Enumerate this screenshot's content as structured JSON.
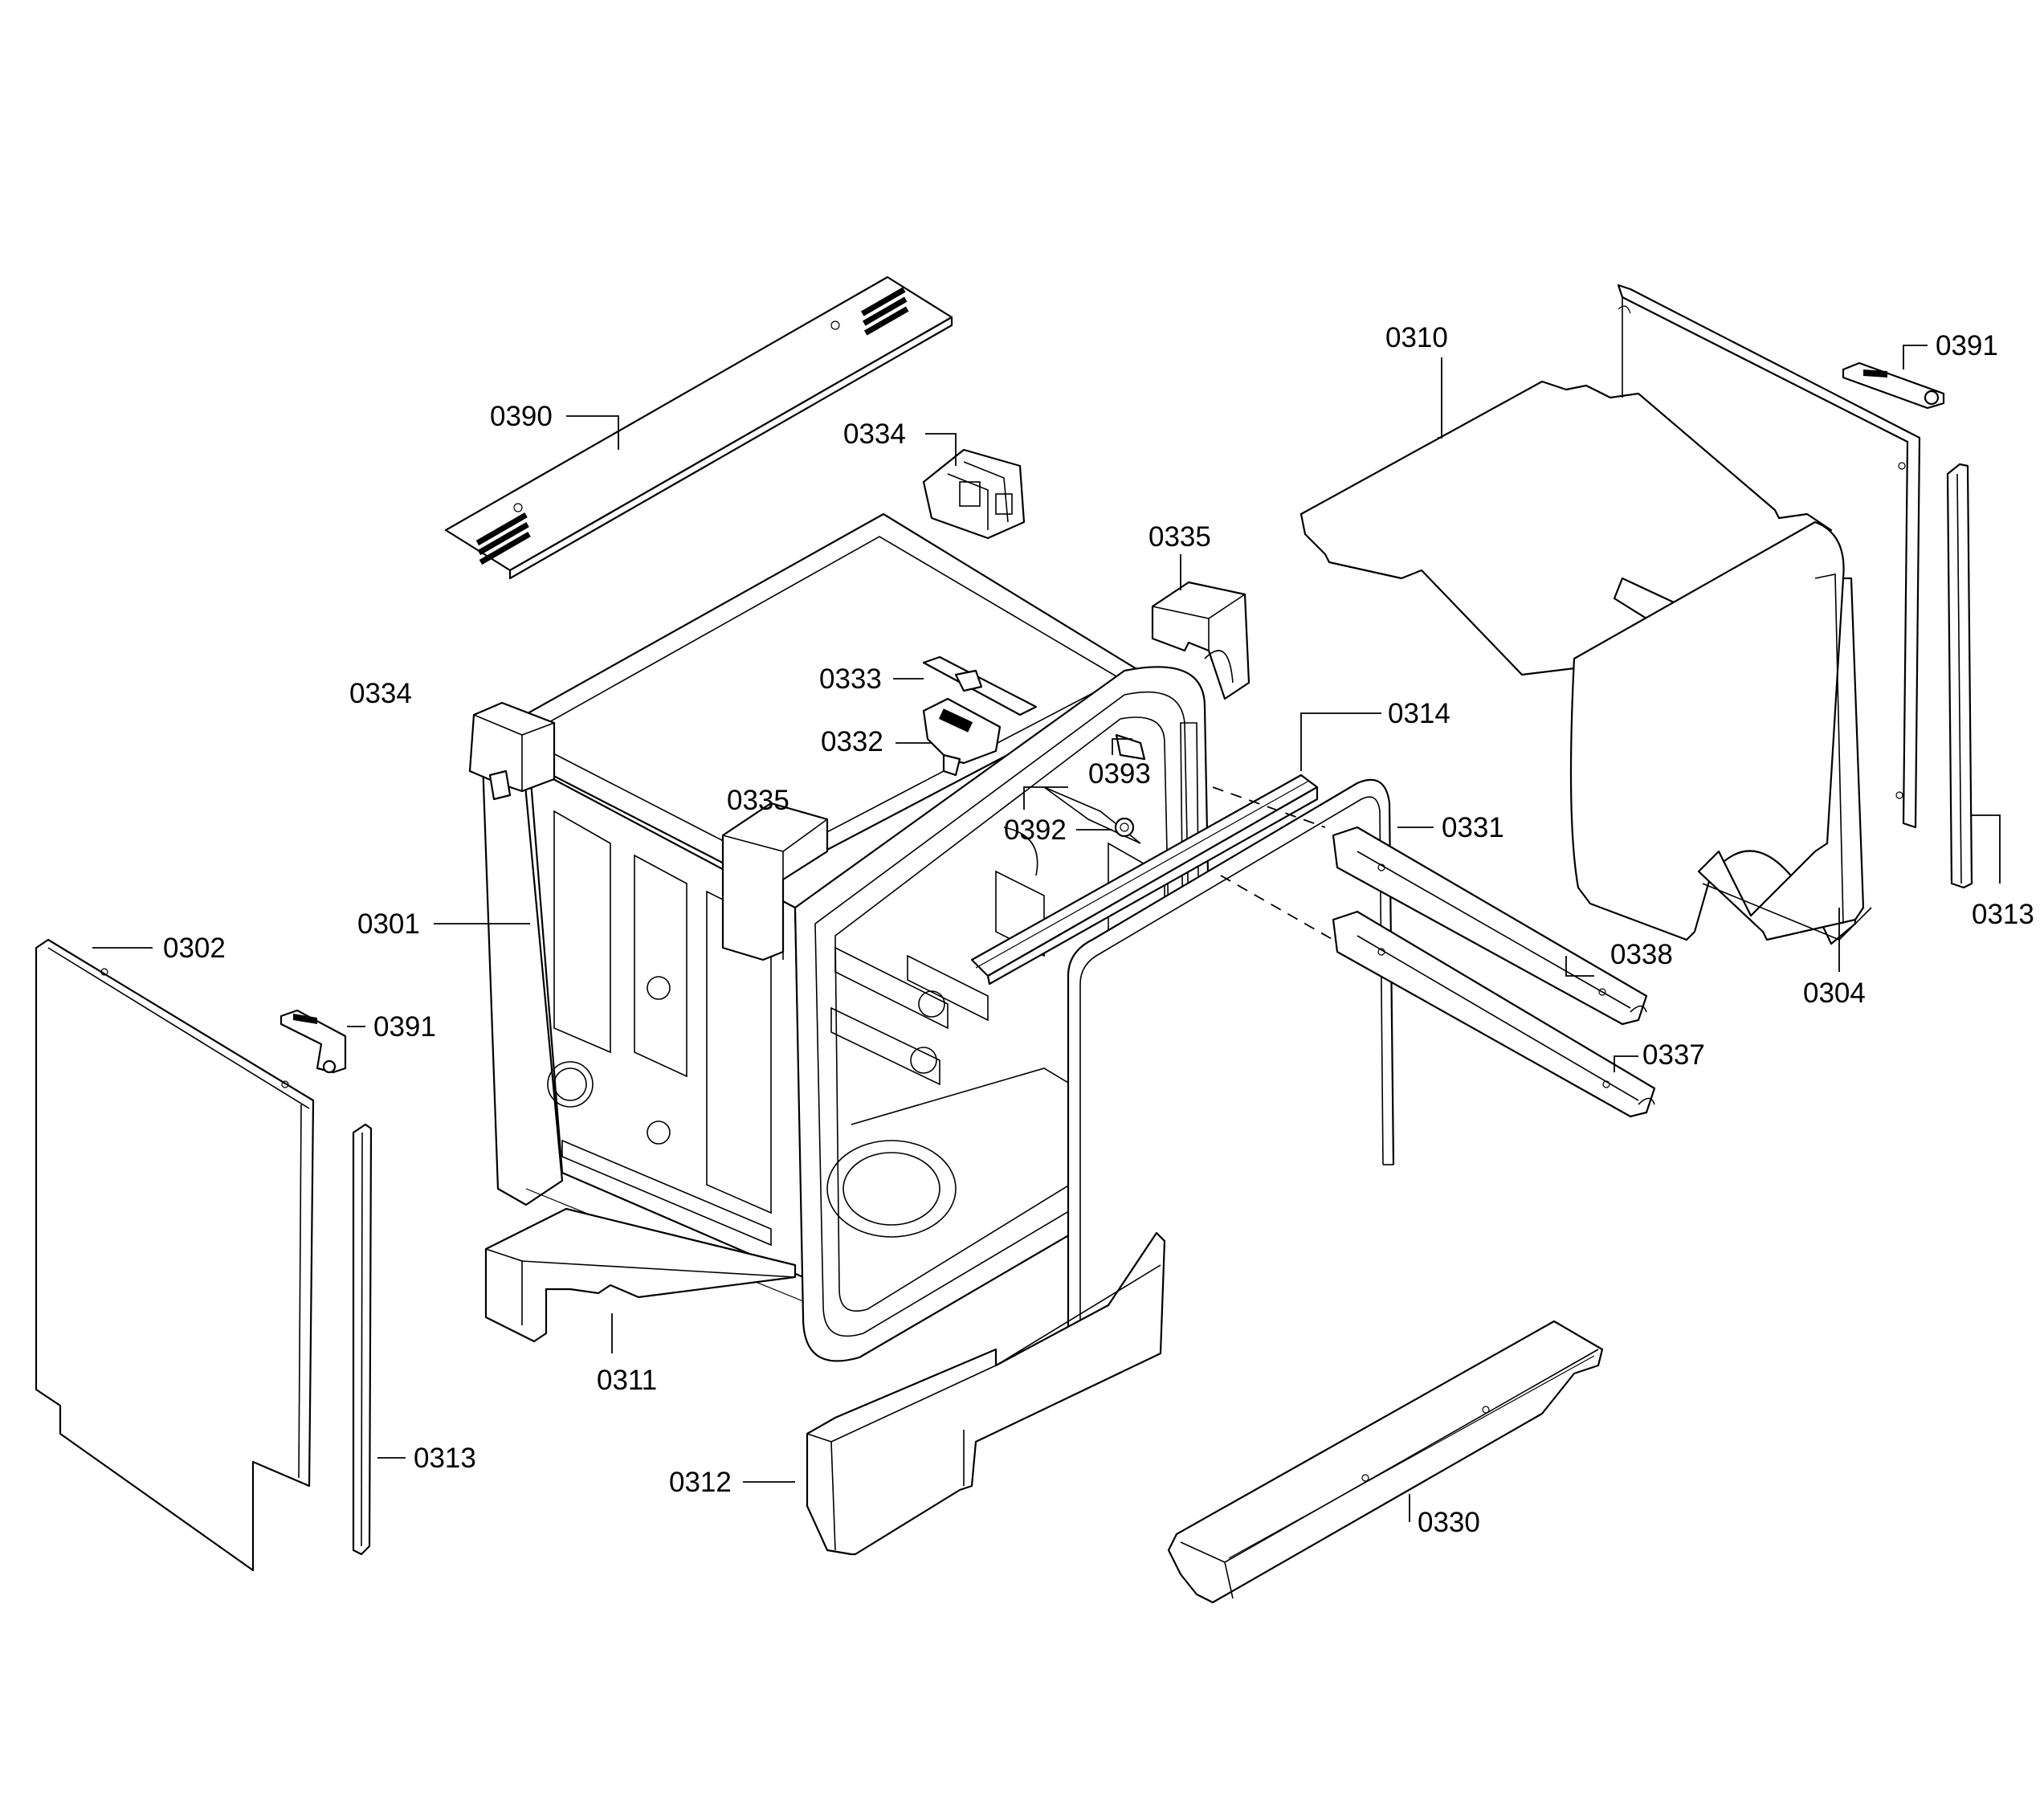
{
  "diagram": {
    "callouts": [
      {
        "id": "c0390",
        "label": "0390"
      },
      {
        "id": "c0334a",
        "label": "0334"
      },
      {
        "id": "c0334b",
        "label": "0334"
      },
      {
        "id": "c0335a",
        "label": "0335"
      },
      {
        "id": "c0335b",
        "label": "0335"
      },
      {
        "id": "c0333",
        "label": "0333"
      },
      {
        "id": "c0332",
        "label": "0332"
      },
      {
        "id": "c0393",
        "label": "0393"
      },
      {
        "id": "c0392",
        "label": "0392"
      },
      {
        "id": "c0314",
        "label": "0314"
      },
      {
        "id": "c0331",
        "label": "0331"
      },
      {
        "id": "c0338",
        "label": "0338"
      },
      {
        "id": "c0337",
        "label": "0337"
      },
      {
        "id": "c0310",
        "label": "0310"
      },
      {
        "id": "c0391a",
        "label": "0391"
      },
      {
        "id": "c0391b",
        "label": "0391"
      },
      {
        "id": "c0313a",
        "label": "0313"
      },
      {
        "id": "c0313b",
        "label": "0313"
      },
      {
        "id": "c0304",
        "label": "0304"
      },
      {
        "id": "c0301",
        "label": "0301"
      },
      {
        "id": "c0302",
        "label": "0302"
      },
      {
        "id": "c0311",
        "label": "0311"
      },
      {
        "id": "c0312",
        "label": "0312"
      },
      {
        "id": "c0330",
        "label": "0330"
      }
    ]
  }
}
